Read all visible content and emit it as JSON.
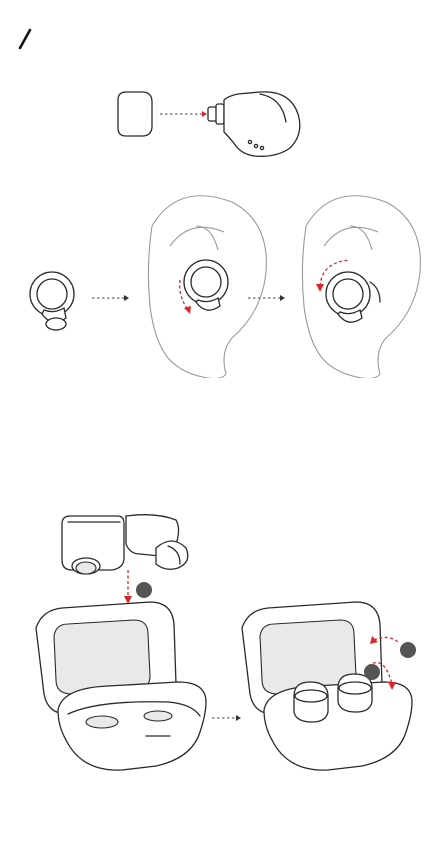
{
  "header": {
    "slash_mark": "/"
  },
  "steps": {
    "step1": {
      "label": "eartip-attach-step"
    },
    "step2": {
      "label": "wear-earbud-step"
    },
    "step3": {
      "label": "charging-case-step"
    }
  },
  "colors": {
    "line": "#2a2a2a",
    "accent_red": "#d8262c",
    "badge": "#555555"
  }
}
